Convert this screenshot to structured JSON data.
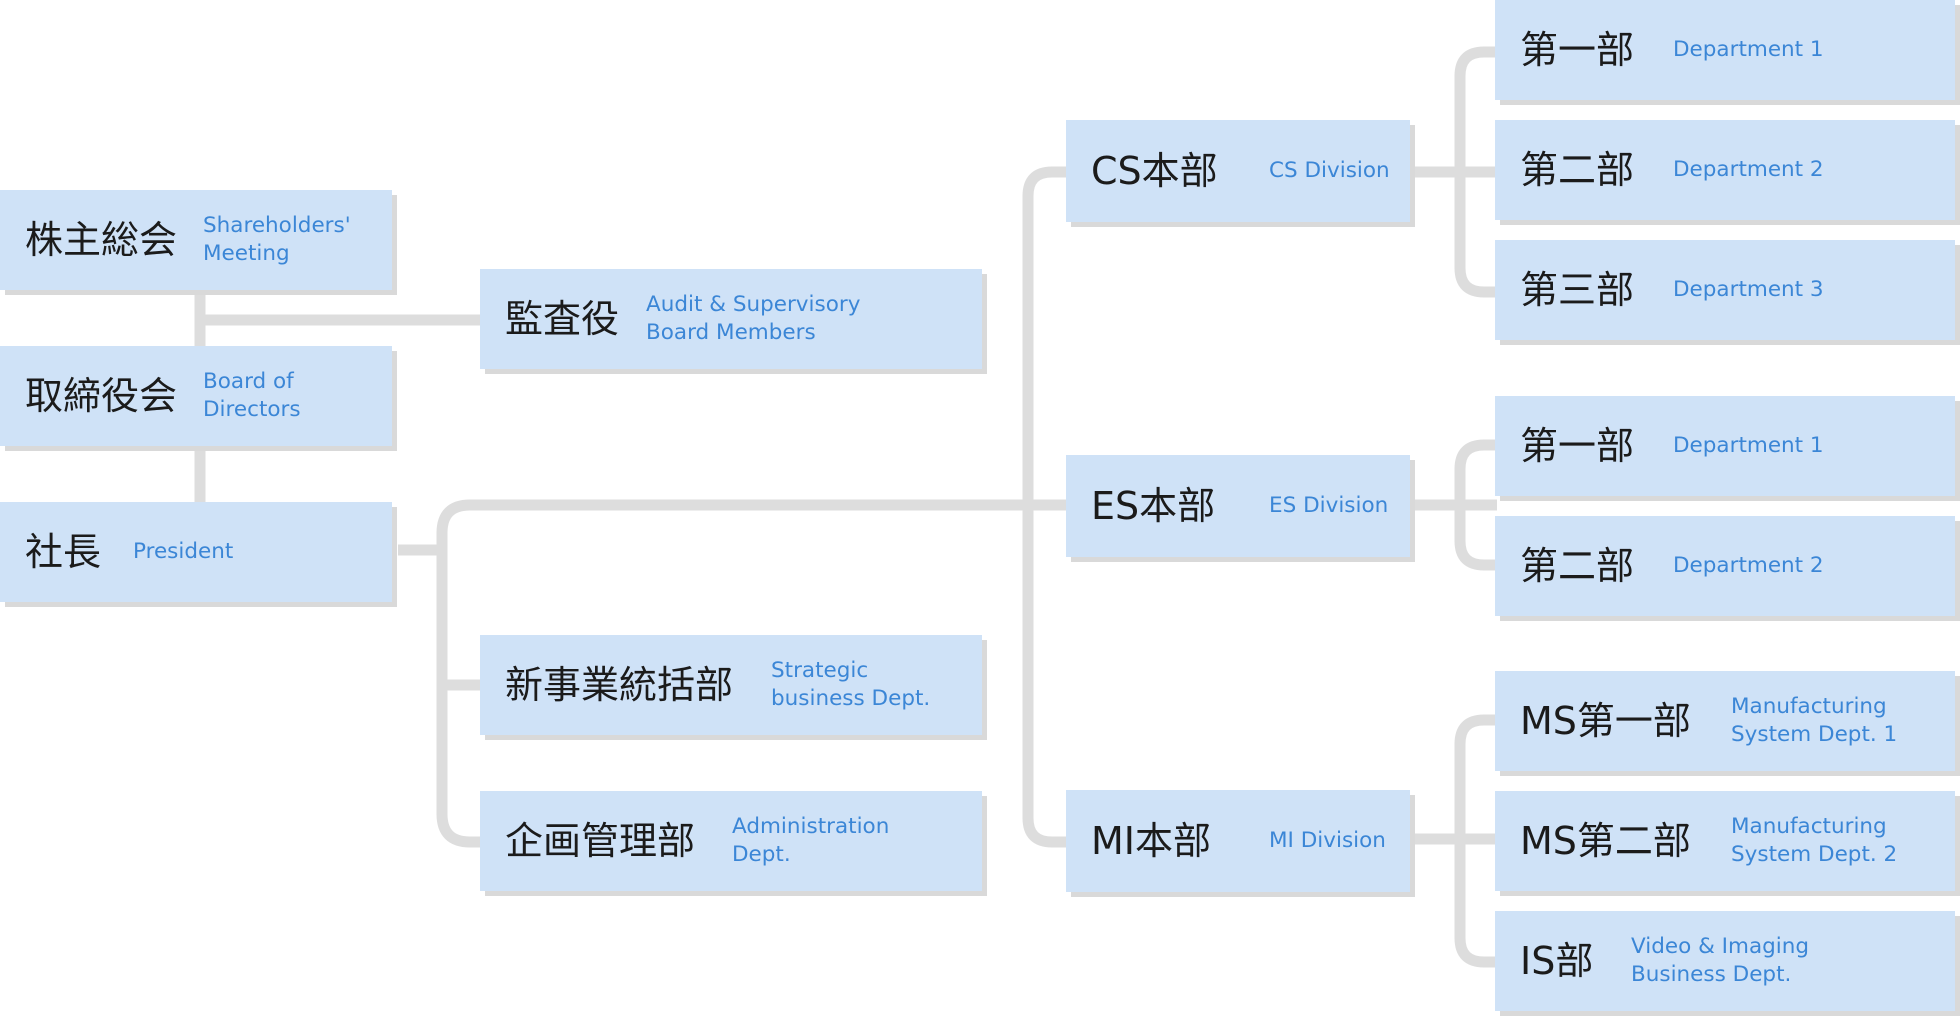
{
  "nodes": {
    "shareholders": {
      "jp": "株主総会",
      "en": [
        "Shareholders'",
        "Meeting"
      ]
    },
    "board": {
      "jp": "取締役会",
      "en": [
        "Board of",
        "Directors"
      ]
    },
    "president": {
      "jp": "社長",
      "en": [
        "President"
      ]
    },
    "audit": {
      "jp": "監査役",
      "en": [
        "Audit & Supervisory",
        "Board Members"
      ]
    },
    "strategic": {
      "jp": "新事業統括部",
      "en": [
        "Strategic",
        "business Dept."
      ]
    },
    "admin": {
      "jp": "企画管理部",
      "en": [
        "Administration",
        "Dept."
      ]
    },
    "cs": {
      "jp": "CS本部",
      "en": [
        "CS Division"
      ]
    },
    "es": {
      "jp": "ES本部",
      "en": [
        "ES Division"
      ]
    },
    "mi": {
      "jp": "MI本部",
      "en": [
        "MI Division"
      ]
    },
    "cs_d1": {
      "jp": "第一部",
      "en": [
        "Department 1"
      ]
    },
    "cs_d2": {
      "jp": "第二部",
      "en": [
        "Department 2"
      ]
    },
    "cs_d3": {
      "jp": "第三部",
      "en": [
        "Department 3"
      ]
    },
    "es_d1": {
      "jp": "第一部",
      "en": [
        "Department 1"
      ]
    },
    "es_d2": {
      "jp": "第二部",
      "en": [
        "Department 2"
      ]
    },
    "mi_ms1": {
      "jp": "MS第一部",
      "en": [
        "Manufacturing",
        "System Dept. 1"
      ]
    },
    "mi_ms2": {
      "jp": "MS第二部",
      "en": [
        "Manufacturing",
        "System Dept. 2"
      ]
    },
    "mi_is": {
      "jp": "IS部",
      "en": [
        "Video & Imaging",
        "Business Dept."
      ]
    }
  },
  "colors": {
    "box_fill": "#cfe2f7",
    "box_shadow": "#d9d9d9",
    "connector": "#dddddd",
    "jp_text": "#1b1b1b",
    "en_text": "#3b86d6"
  }
}
